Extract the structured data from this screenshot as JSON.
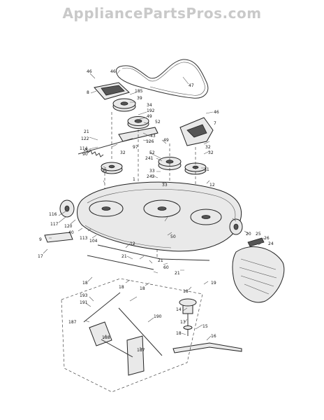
{
  "header": {
    "watermark": "AppliancePartsPros.com"
  },
  "callouts": [
    {
      "id": "c46a",
      "text": "46"
    },
    {
      "id": "c46b",
      "text": "46"
    },
    {
      "id": "c47",
      "text": "47"
    },
    {
      "id": "c8",
      "text": "8"
    },
    {
      "id": "c185",
      "text": "185"
    },
    {
      "id": "c39",
      "text": "39"
    },
    {
      "id": "c34",
      "text": "34"
    },
    {
      "id": "c192",
      "text": "192"
    },
    {
      "id": "c49a",
      "text": "49"
    },
    {
      "id": "c52a",
      "text": "52"
    },
    {
      "id": "c21a",
      "text": "21"
    },
    {
      "id": "c122",
      "text": "122"
    },
    {
      "id": "c114",
      "text": "114"
    },
    {
      "id": "c43",
      "text": "43"
    },
    {
      "id": "c126",
      "text": "126"
    },
    {
      "id": "c97",
      "text": "97"
    },
    {
      "id": "c90",
      "text": "90"
    },
    {
      "id": "c32a",
      "text": "32"
    },
    {
      "id": "c46c",
      "text": "46"
    },
    {
      "id": "c7",
      "text": "7"
    },
    {
      "id": "c49b",
      "text": "49"
    },
    {
      "id": "c32b",
      "text": "32"
    },
    {
      "id": "c32c",
      "text": "32"
    },
    {
      "id": "c52b",
      "text": "52"
    },
    {
      "id": "c241",
      "text": "241"
    },
    {
      "id": "c31a",
      "text": "31"
    },
    {
      "id": "c33a",
      "text": "33"
    },
    {
      "id": "c31b",
      "text": "31"
    },
    {
      "id": "c242",
      "text": "242"
    },
    {
      "id": "c1",
      "text": "1"
    },
    {
      "id": "c33b",
      "text": "33"
    },
    {
      "id": "c12a",
      "text": "12"
    },
    {
      "id": "c116",
      "text": "116"
    },
    {
      "id": "c117",
      "text": "117"
    },
    {
      "id": "c120",
      "text": "120"
    },
    {
      "id": "c40",
      "text": "40"
    },
    {
      "id": "c113",
      "text": "113"
    },
    {
      "id": "c104",
      "text": "104"
    },
    {
      "id": "c9",
      "text": "9"
    },
    {
      "id": "c17",
      "text": "17"
    },
    {
      "id": "c50",
      "text": "50"
    },
    {
      "id": "c20",
      "text": "20"
    },
    {
      "id": "c25",
      "text": "25"
    },
    {
      "id": "c26",
      "text": "26"
    },
    {
      "id": "c24",
      "text": "24"
    },
    {
      "id": "c12b",
      "text": "12"
    },
    {
      "id": "c21b",
      "text": "21"
    },
    {
      "id": "c21c",
      "text": "21"
    },
    {
      "id": "c60",
      "text": "60"
    },
    {
      "id": "c21d",
      "text": "21"
    },
    {
      "id": "c19",
      "text": "19"
    },
    {
      "id": "c18a",
      "text": "18"
    },
    {
      "id": "c18b",
      "text": "18"
    },
    {
      "id": "c18c",
      "text": "18"
    },
    {
      "id": "c18d",
      "text": "18"
    },
    {
      "id": "c193",
      "text": "193"
    },
    {
      "id": "c191",
      "text": "191"
    },
    {
      "id": "c187a",
      "text": "187"
    },
    {
      "id": "c188",
      "text": "188"
    },
    {
      "id": "c190",
      "text": "190"
    },
    {
      "id": "c187b",
      "text": "187"
    },
    {
      "id": "c14",
      "text": "14"
    },
    {
      "id": "c13",
      "text": "13"
    },
    {
      "id": "c15",
      "text": "15"
    },
    {
      "id": "c16",
      "text": "16"
    },
    {
      "id": "c18e",
      "text": "18"
    }
  ]
}
